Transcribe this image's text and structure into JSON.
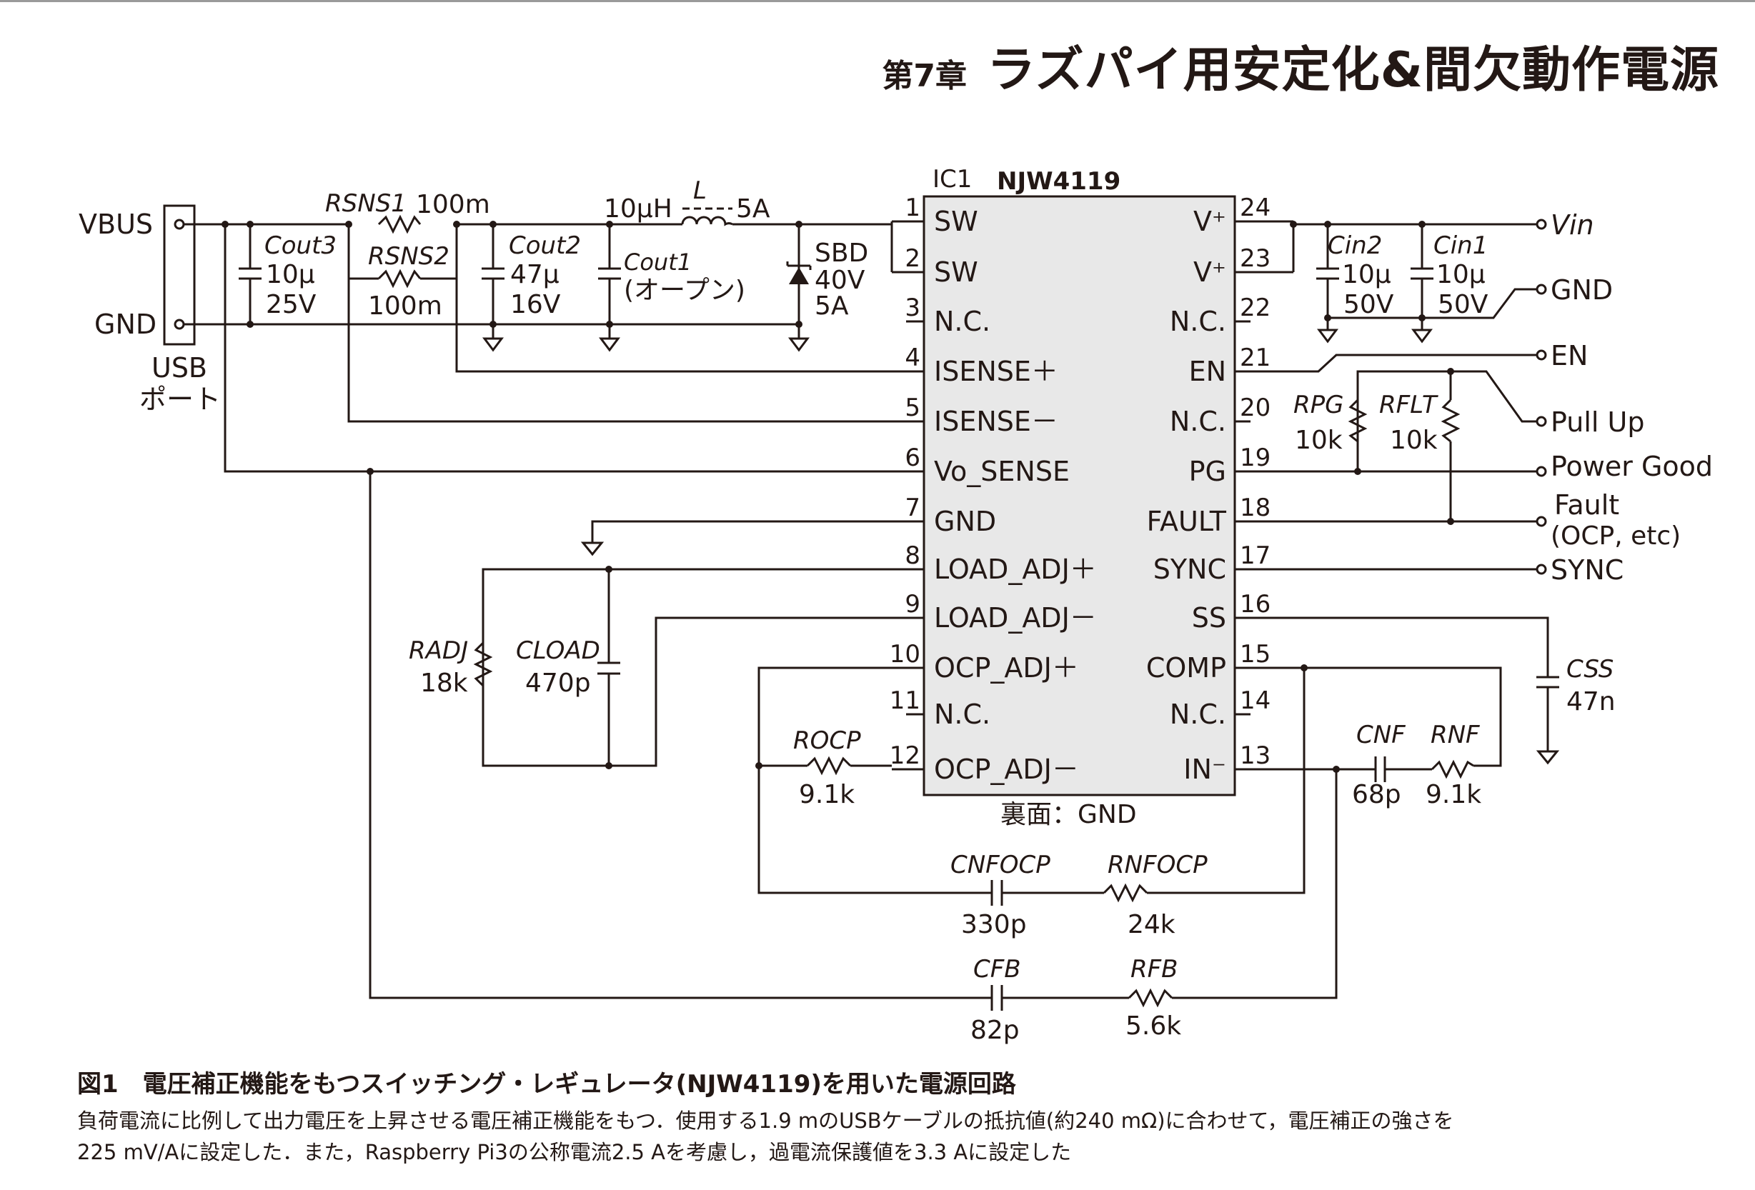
{
  "header": {
    "chapter": "第7章",
    "title": "ラズパイ用安定化&間欠動作電源"
  },
  "ic": {
    "designator": "IC1",
    "part": "NJW4119",
    "bottom_note": "裏面：GND",
    "pins_left": [
      {
        "num": "1",
        "name": "SW"
      },
      {
        "num": "2",
        "name": "SW"
      },
      {
        "num": "3",
        "name": "N.C."
      },
      {
        "num": "4",
        "name": "ISENSE＋"
      },
      {
        "num": "5",
        "name": "ISENSE－"
      },
      {
        "num": "6",
        "name": "Vo_SENSE"
      },
      {
        "num": "7",
        "name": "GND"
      },
      {
        "num": "8",
        "name": "LOAD_ADJ＋"
      },
      {
        "num": "9",
        "name": "LOAD_ADJ－"
      },
      {
        "num": "10",
        "name": "OCP_ADJ＋"
      },
      {
        "num": "11",
        "name": "N.C."
      },
      {
        "num": "12",
        "name": "OCP_ADJ－"
      }
    ],
    "pins_right": [
      {
        "num": "24",
        "name": "V⁺"
      },
      {
        "num": "23",
        "name": "V⁺"
      },
      {
        "num": "22",
        "name": "N.C."
      },
      {
        "num": "21",
        "name": "EN"
      },
      {
        "num": "20",
        "name": "N.C."
      },
      {
        "num": "19",
        "name": "PG"
      },
      {
        "num": "18",
        "name": "FAULT"
      },
      {
        "num": "17",
        "name": "SYNC"
      },
      {
        "num": "16",
        "name": "SS"
      },
      {
        "num": "15",
        "name": "COMP"
      },
      {
        "num": "14",
        "name": "N.C."
      },
      {
        "num": "13",
        "name": "IN⁻"
      }
    ]
  },
  "usb": {
    "vbus": "VBUS",
    "gnd": "GND",
    "label_line1": "USB",
    "label_line2": "ポート"
  },
  "components": {
    "cout3": {
      "ref": "Cout3",
      "value": "10μ",
      "rating": "25V"
    },
    "rsns1": {
      "ref": "RSNS1",
      "value": "100m"
    },
    "rsns2": {
      "ref": "RSNS2",
      "value": "100m"
    },
    "cout2": {
      "ref": "Cout2",
      "value": "47μ",
      "rating": "16V"
    },
    "cout1": {
      "ref": "Cout1",
      "value": "(オープン)"
    },
    "inductor": {
      "ref": "L",
      "value": "10μH",
      "current": "5A"
    },
    "sbd": {
      "ref": "SBD",
      "value": "40V",
      "current": "5A"
    },
    "cin2": {
      "ref": "Cin2",
      "value": "10μ",
      "rating": "50V"
    },
    "cin1": {
      "ref": "Cin1",
      "value": "10μ",
      "rating": "50V"
    },
    "rpg": {
      "ref": "RPG",
      "value": "10k"
    },
    "rflt": {
      "ref": "RFLT",
      "value": "10k"
    },
    "radj": {
      "ref": "RADJ",
      "value": "18k"
    },
    "cload": {
      "ref": "CLOAD",
      "value": "470p"
    },
    "css": {
      "ref": "CSS",
      "value": "47n"
    },
    "rocp": {
      "ref": "ROCP",
      "value": "9.1k"
    },
    "cnf": {
      "ref": "CNF",
      "value": "68p"
    },
    "rnf": {
      "ref": "RNF",
      "value": "9.1k"
    },
    "cnfocp": {
      "ref": "CNFOCP",
      "value": "330p"
    },
    "rnfocp": {
      "ref": "RNFOCP",
      "value": "24k"
    },
    "cfb": {
      "ref": "CFB",
      "value": "82p"
    },
    "rfb": {
      "ref": "RFB",
      "value": "5.6k"
    }
  },
  "terminals": {
    "vin": "Vin",
    "gnd": "GND",
    "en": "EN",
    "pullup": "Pull Up",
    "pg": "Power Good",
    "fault_line1": "Fault",
    "fault_line2": "(OCP, etc)",
    "sync": "SYNC"
  },
  "caption": {
    "title": "図1　電圧補正機能をもつスイッチング・レギュレータ(NJW4119)を用いた電源回路",
    "line1": "負荷電流に比例して出力電圧を上昇させる電圧補正機能をもつ．使用する1.9 mのUSBケーブルの抵抗値(約240 mΩ)に合わせて，電圧補正の強さを",
    "line2": "225 mV/Aに設定した．また，Raspberry Pi3の公称電流2.5 Aを考慮し，過電流保護値を3.3 Aに設定した"
  }
}
